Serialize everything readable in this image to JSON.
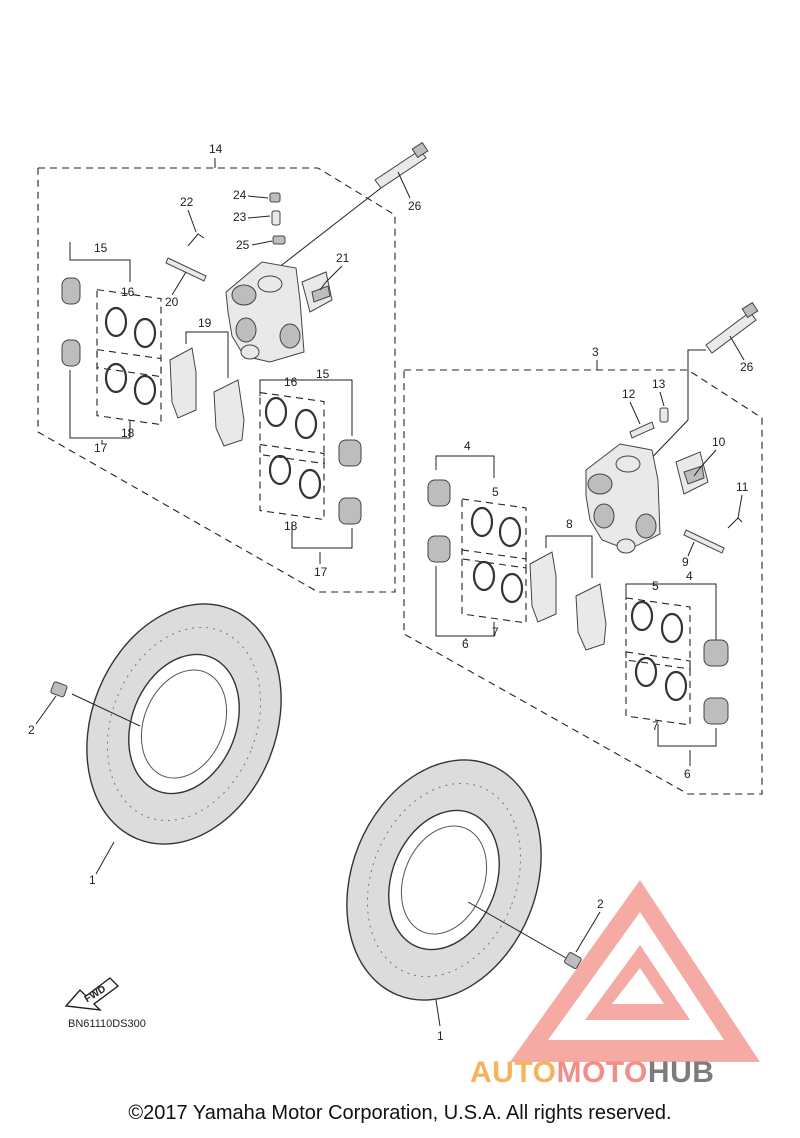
{
  "callouts": {
    "c14": "14",
    "c26a": "26",
    "c24": "24",
    "c23": "23",
    "c25": "25",
    "c22": "22",
    "c21": "21",
    "c20": "20",
    "c15a": "15",
    "c16a": "16",
    "c19": "19",
    "c18a": "18",
    "c17a": "17",
    "c16b": "16",
    "c15b": "15",
    "c18b": "18",
    "c17b": "17",
    "c3": "3",
    "c26b": "26",
    "c12": "12",
    "c13": "13",
    "c10": "10",
    "c11": "11",
    "c9": "9",
    "c8": "8",
    "c4a": "4",
    "c5a": "5",
    "c6a": "6",
    "c7a": "7",
    "c5b": "5",
    "c4b": "4",
    "c7b": "7",
    "c6b": "6",
    "c2a": "2",
    "c1a": "1",
    "c2b": "2",
    "c1b": "1"
  },
  "fwd_label": "FWD",
  "diagram_code": "BN61110DS300",
  "logo": {
    "part1": "AUTO",
    "part2": "MOTO",
    "part3": "HUB",
    "colors": {
      "auto": "#f6b35d",
      "moto": "#f28e86",
      "hub": "#7c7c7c",
      "mark": "#f28e86"
    }
  },
  "copyright": "©2017 Yamaha Motor Corporation, U.S.A. All rights reserved."
}
